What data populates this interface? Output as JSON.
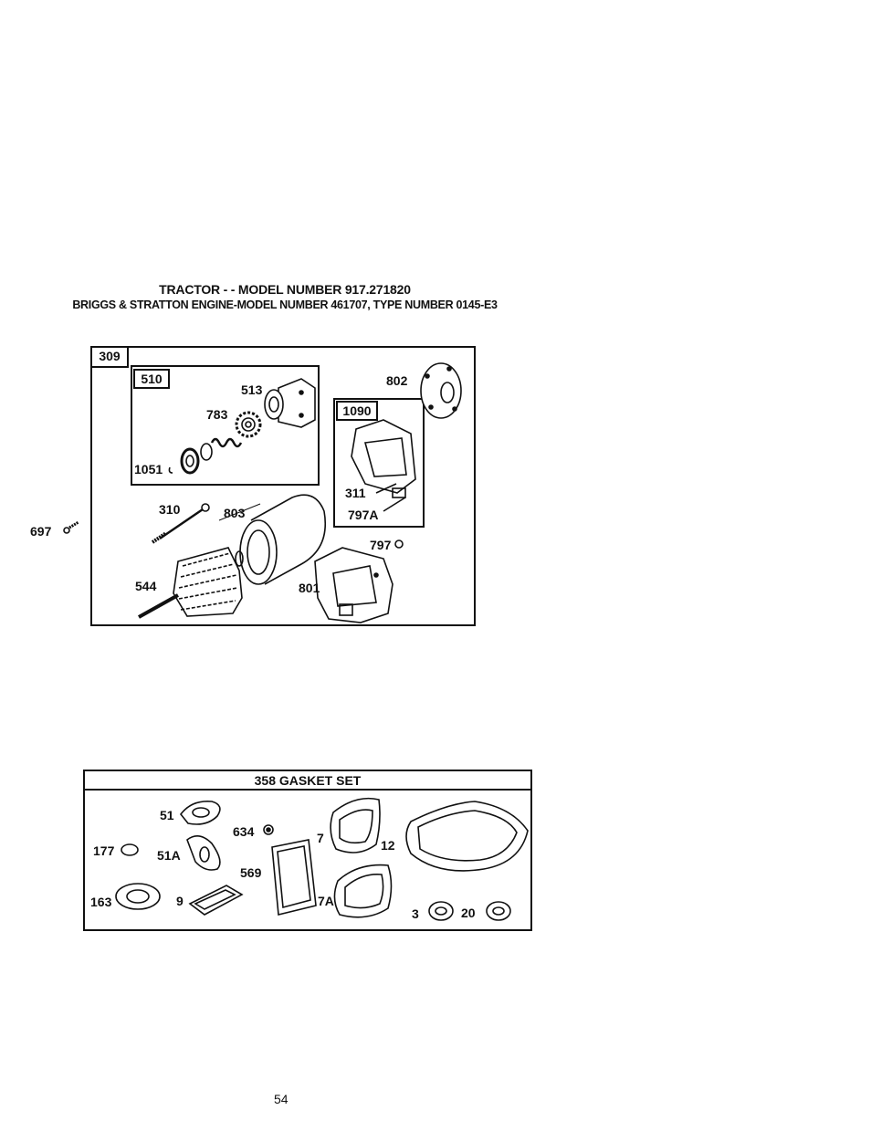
{
  "header": {
    "title_line1": "TRACTOR - - MODEL NUMBER 917.271820",
    "title_line2": "BRIGGS & STRATTON ENGINE-MODEL NUMBER 461707, TYPE NUMBER 0145-E3"
  },
  "starter_diagram": {
    "assembly_label": "309",
    "sub_assembly_a": "510",
    "sub_assembly_b": "1090",
    "parts": {
      "p513": "513",
      "p783": "783",
      "p1051": "1051",
      "p802": "802",
      "p311": "311",
      "p797a": "797A",
      "p310": "310",
      "p803": "803",
      "p697": "697",
      "p797": "797",
      "p544": "544",
      "p801": "801"
    }
  },
  "gasket_set": {
    "title": "358 GASKET SET",
    "parts": {
      "p51": "51",
      "p634": "634",
      "p7": "7",
      "p177": "177",
      "p51a": "51A",
      "p12": "12",
      "p569": "569",
      "p163": "163",
      "p9": "9",
      "p7a": "7A",
      "p3": "3",
      "p20": "20"
    }
  },
  "footer": {
    "page_number": "54"
  }
}
